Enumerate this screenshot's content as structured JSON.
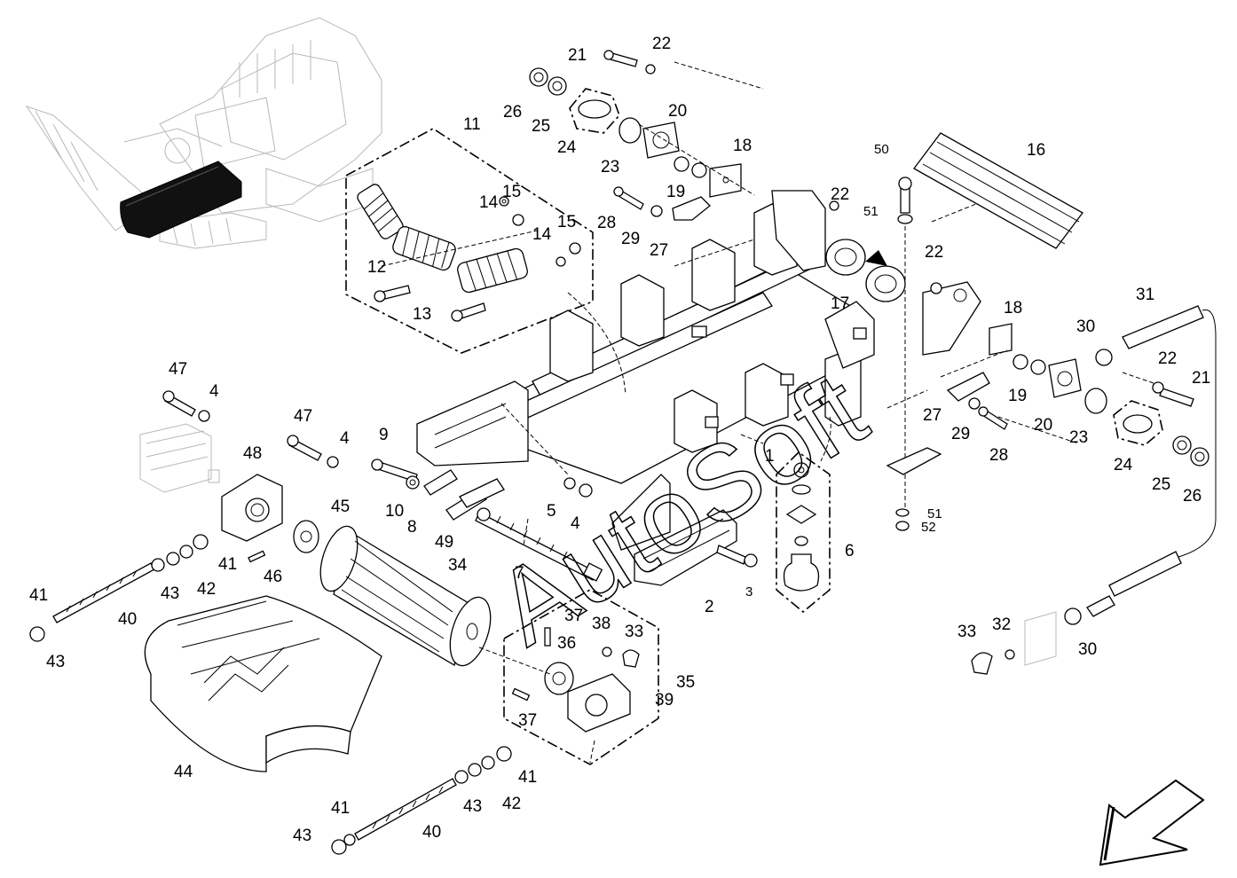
{
  "diagram": {
    "watermark": "AutoSoft",
    "callouts": [
      {
        "id": "c1",
        "text": "1"
      },
      {
        "id": "c2",
        "text": "2"
      },
      {
        "id": "c3",
        "text": "3"
      },
      {
        "id": "c4a",
        "text": "4"
      },
      {
        "id": "c4b",
        "text": "4"
      },
      {
        "id": "c4c",
        "text": "4"
      },
      {
        "id": "c5",
        "text": "5"
      },
      {
        "id": "c6",
        "text": "6"
      },
      {
        "id": "c7",
        "text": "7"
      },
      {
        "id": "c8",
        "text": "8"
      },
      {
        "id": "c9",
        "text": "9"
      },
      {
        "id": "c10",
        "text": "10"
      },
      {
        "id": "c11",
        "text": "11"
      },
      {
        "id": "c12",
        "text": "12"
      },
      {
        "id": "c13",
        "text": "13"
      },
      {
        "id": "c14a",
        "text": "14"
      },
      {
        "id": "c14b",
        "text": "14"
      },
      {
        "id": "c15a",
        "text": "15"
      },
      {
        "id": "c15b",
        "text": "15"
      },
      {
        "id": "c16",
        "text": "16"
      },
      {
        "id": "c17",
        "text": "17"
      },
      {
        "id": "c18a",
        "text": "18"
      },
      {
        "id": "c18b",
        "text": "18"
      },
      {
        "id": "c19a",
        "text": "19"
      },
      {
        "id": "c19b",
        "text": "19"
      },
      {
        "id": "c20a",
        "text": "20"
      },
      {
        "id": "c20b",
        "text": "20"
      },
      {
        "id": "c21a",
        "text": "21"
      },
      {
        "id": "c21b",
        "text": "21"
      },
      {
        "id": "c22a",
        "text": "22"
      },
      {
        "id": "c22b",
        "text": "22"
      },
      {
        "id": "c22c",
        "text": "22"
      },
      {
        "id": "c22d",
        "text": "22"
      },
      {
        "id": "c23a",
        "text": "23"
      },
      {
        "id": "c23b",
        "text": "23"
      },
      {
        "id": "c24a",
        "text": "24"
      },
      {
        "id": "c24b",
        "text": "24"
      },
      {
        "id": "c25a",
        "text": "25"
      },
      {
        "id": "c25b",
        "text": "25"
      },
      {
        "id": "c26a",
        "text": "26"
      },
      {
        "id": "c26b",
        "text": "26"
      },
      {
        "id": "c27a",
        "text": "27"
      },
      {
        "id": "c27b",
        "text": "27"
      },
      {
        "id": "c28a",
        "text": "28"
      },
      {
        "id": "c28b",
        "text": "28"
      },
      {
        "id": "c29a",
        "text": "29"
      },
      {
        "id": "c29b",
        "text": "29"
      },
      {
        "id": "c30a",
        "text": "30"
      },
      {
        "id": "c30b",
        "text": "30"
      },
      {
        "id": "c31",
        "text": "31"
      },
      {
        "id": "c32",
        "text": "32"
      },
      {
        "id": "c33a",
        "text": "33"
      },
      {
        "id": "c33b",
        "text": "33"
      },
      {
        "id": "c34",
        "text": "34"
      },
      {
        "id": "c35",
        "text": "35"
      },
      {
        "id": "c36",
        "text": "36"
      },
      {
        "id": "c37a",
        "text": "37"
      },
      {
        "id": "c37b",
        "text": "37"
      },
      {
        "id": "c38",
        "text": "38"
      },
      {
        "id": "c39",
        "text": "39"
      },
      {
        "id": "c40a",
        "text": "40"
      },
      {
        "id": "c40b",
        "text": "40"
      },
      {
        "id": "c41a",
        "text": "41"
      },
      {
        "id": "c41b",
        "text": "41"
      },
      {
        "id": "c41c",
        "text": "41"
      },
      {
        "id": "c41d",
        "text": "41"
      },
      {
        "id": "c42a",
        "text": "42"
      },
      {
        "id": "c42b",
        "text": "42"
      },
      {
        "id": "c43a",
        "text": "43"
      },
      {
        "id": "c43b",
        "text": "43"
      },
      {
        "id": "c43c",
        "text": "43"
      },
      {
        "id": "c43d",
        "text": "43"
      },
      {
        "id": "c44",
        "text": "44"
      },
      {
        "id": "c45",
        "text": "45"
      },
      {
        "id": "c46",
        "text": "46"
      },
      {
        "id": "c47a",
        "text": "47"
      },
      {
        "id": "c47b",
        "text": "47"
      },
      {
        "id": "c48",
        "text": "48"
      },
      {
        "id": "c49",
        "text": "49"
      },
      {
        "id": "c50",
        "text": "50"
      },
      {
        "id": "c51a",
        "text": "51"
      },
      {
        "id": "c51b",
        "text": "51"
      },
      {
        "id": "c52",
        "text": "52"
      }
    ]
  }
}
